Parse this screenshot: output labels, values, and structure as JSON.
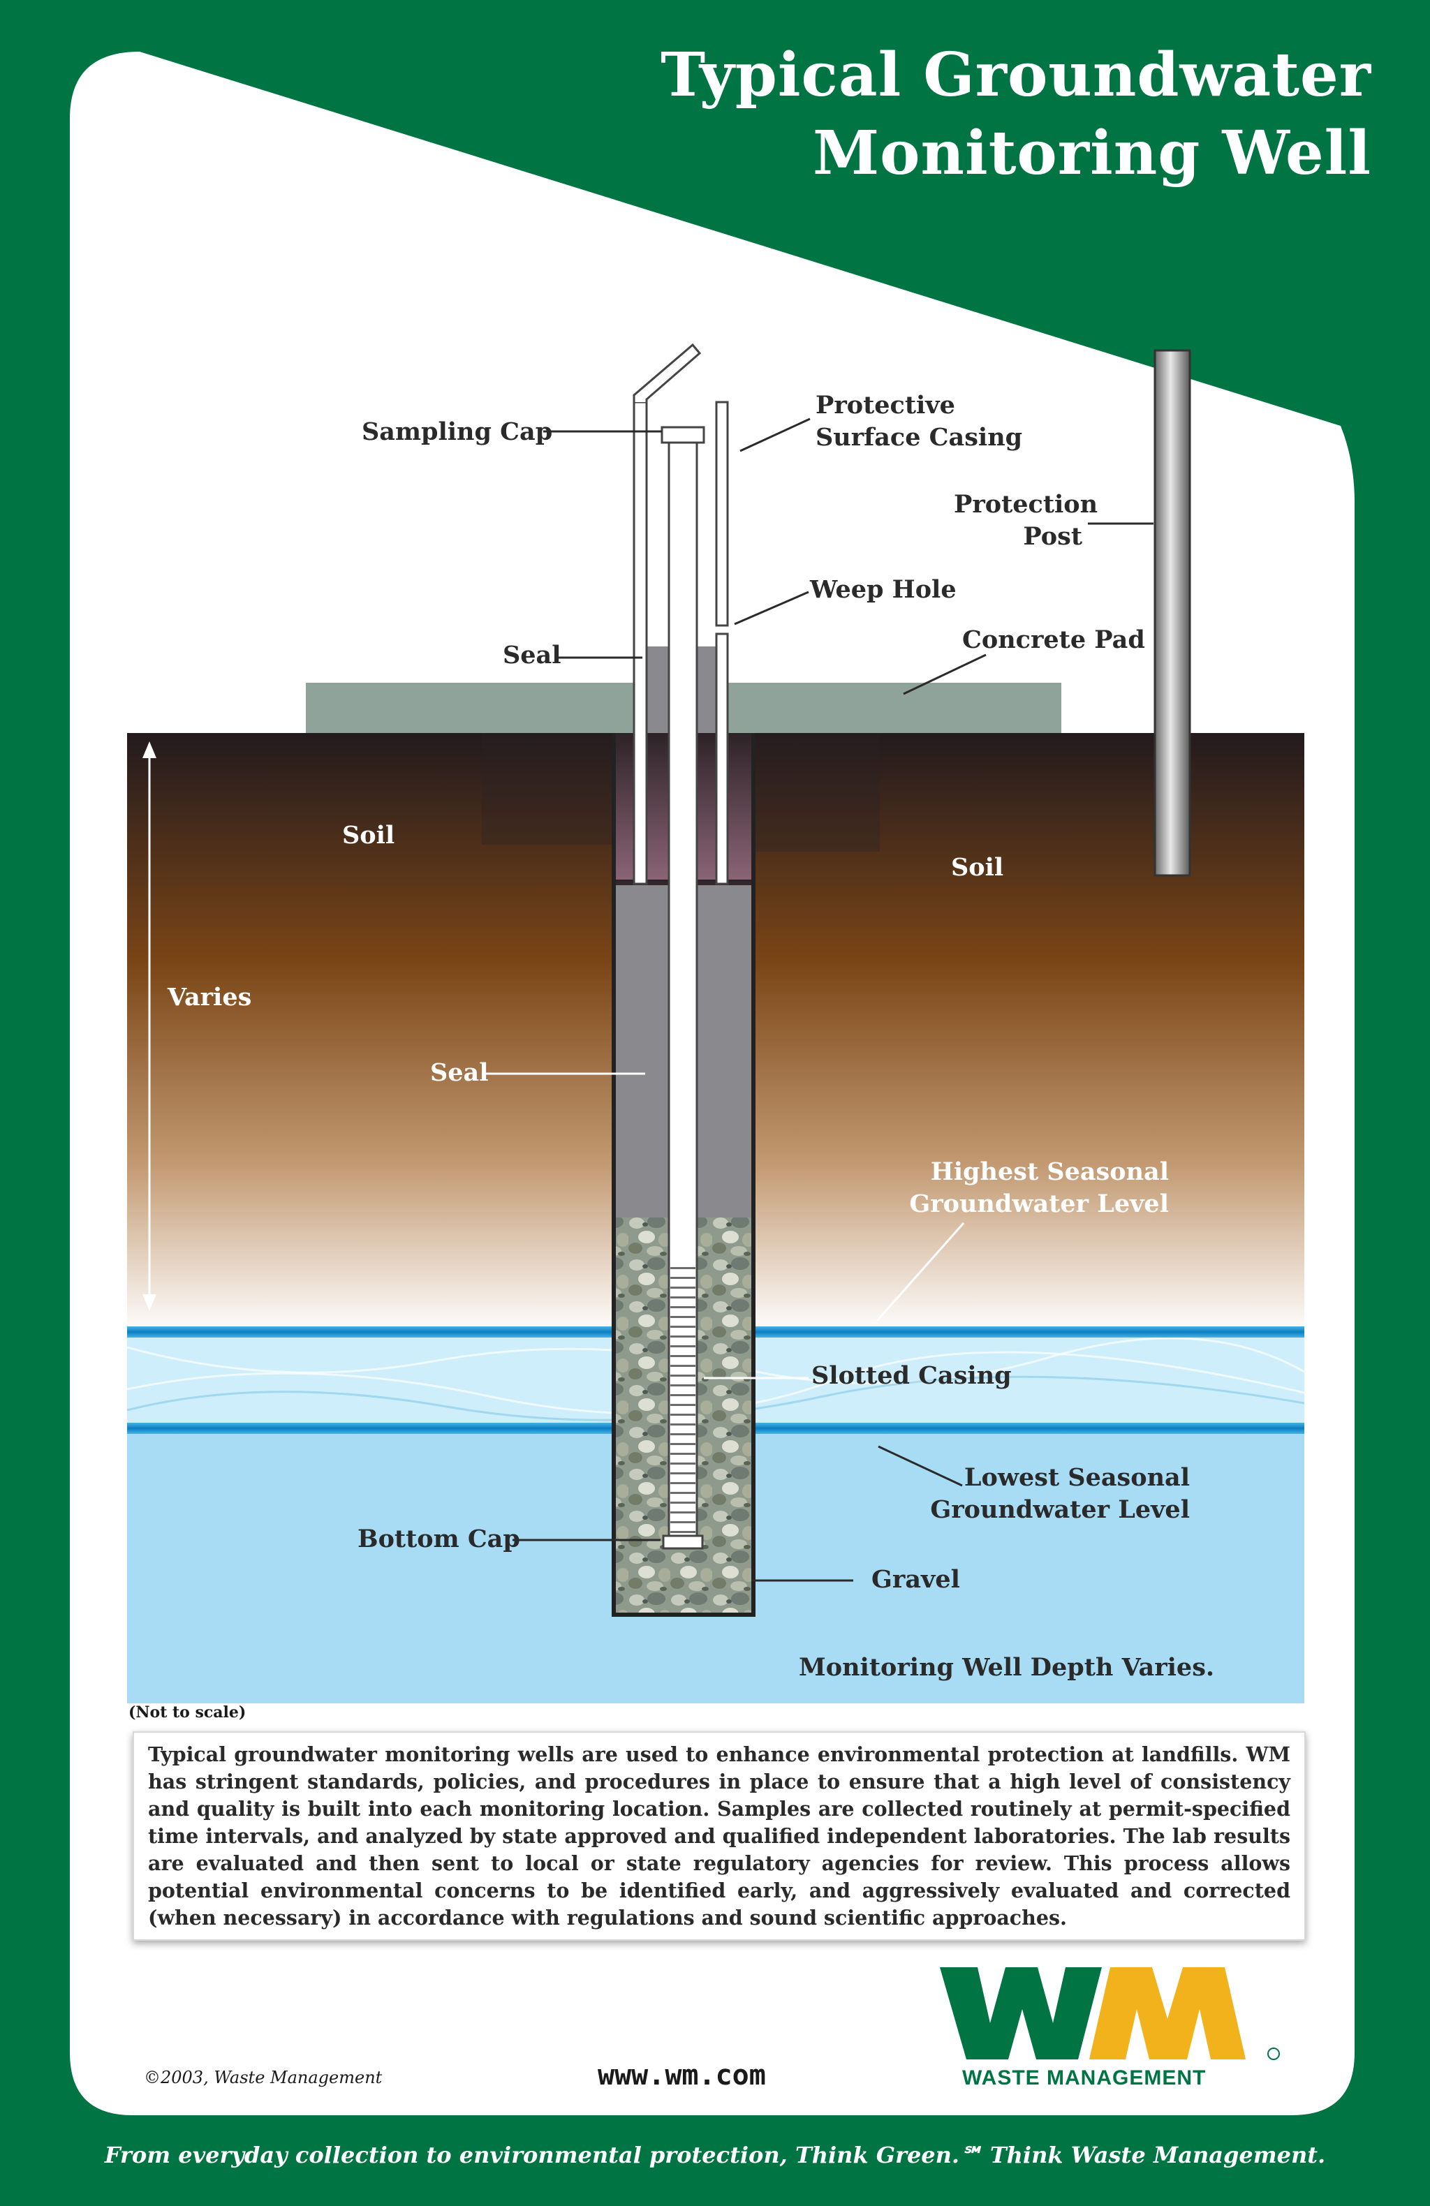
{
  "title": {
    "line1": "Typical Groundwater",
    "line2": "Monitoring Well"
  },
  "labels": {
    "sampling_cap": "Sampling Cap",
    "protective_surface_casing_l1": "Protective",
    "protective_surface_casing_l2": "Surface Casing",
    "protection_post_l1": "Protection",
    "protection_post_l2": "Post",
    "weep_hole": "Weep Hole",
    "seal_top": "Seal",
    "concrete_pad": "Concrete Pad",
    "soil_left": "Soil",
    "soil_right": "Soil",
    "varies": "Varies",
    "seal_mid": "Seal",
    "highest_l1": "Highest Seasonal",
    "highest_l2": "Groundwater Level",
    "slotted_casing": "Slotted Casing",
    "lowest_l1": "Lowest Seasonal",
    "lowest_l2": "Groundwater Level",
    "bottom_cap": "Bottom Cap",
    "gravel": "Gravel",
    "depth_varies": "Monitoring Well Depth Varies."
  },
  "not_to_scale": "(Not to scale)",
  "description": "Typical groundwater monitoring wells are used to enhance environmental protection at landfills. WM has stringent standards, policies, and procedures in place to ensure that a high level of consistency and quality is built into each monitoring location. Samples are collected routinely at permit-specified time intervals, and analyzed by state approved and qualified independent laboratories. The lab results are evaluated and then sent to local or state regulatory agencies for review. This process allows potential environmental concerns to be identified early, and aggressively evaluated and corrected (when necessary) in accordance with regulations and sound scientific approaches.",
  "footer": {
    "copyright": "©2003, Waste Management",
    "url": "www.wm.com",
    "logo_text": "WASTE MANAGEMENT",
    "tagline": "From everyday collection to environmental protection, Think Green.℠ Think Waste Management."
  },
  "colors": {
    "brand_green": "#007442",
    "logo_yellow": "#f2b21c",
    "water_blue": "#a8dcf4",
    "concrete": "#8fa39a"
  }
}
